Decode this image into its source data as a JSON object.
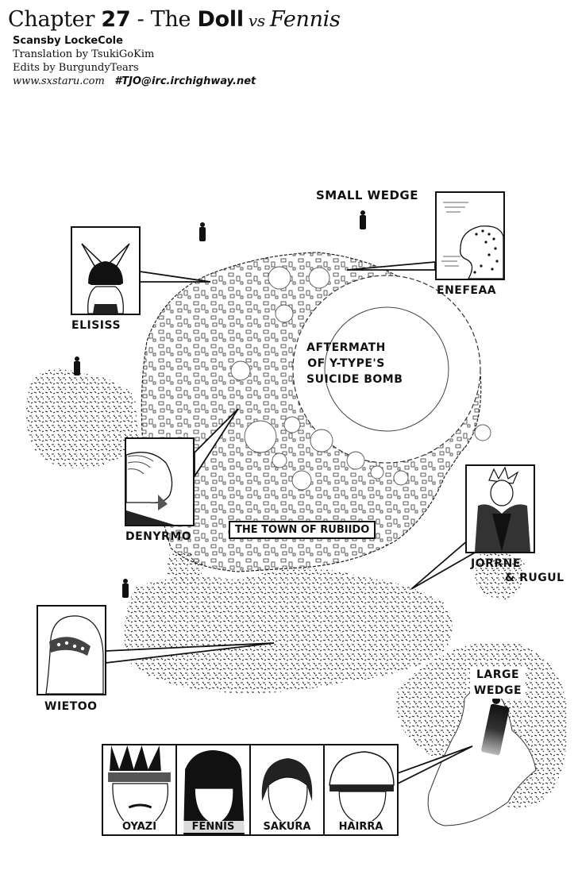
{
  "credits": {
    "title": {
      "prefix": "Chapter ",
      "number": "27",
      "separator": " - The ",
      "doll": "Doll",
      "vs": " vs ",
      "fennis": "Fennis"
    },
    "scans": {
      "label": "Scansby ",
      "name": "LockeCole"
    },
    "translation": {
      "label": "Translation by ",
      "name": "TsukiGoKim"
    },
    "edits": {
      "label": "Edits by ",
      "name": "BurgundyTears"
    },
    "url": "www.sxstaru.com",
    "irc": "#TJO@irc.irchighway.net"
  },
  "map": {
    "small_wedge": "SMALL WEDGE",
    "large_wedge_line1": "LARGE",
    "large_wedge_line2": "WEDGE",
    "crater_line1": "AFTERMATH",
    "crater_line2": "OF Y-TYPE'S",
    "crater_line3": "SUICIDE BOMB",
    "town": "THE TOWN OF RUBIIDO"
  },
  "characters": {
    "elisiss": "ELISISS",
    "enefeaa": "ENEFEAA",
    "denyrmo": "DENYRMO",
    "jorrne_line1": "JORRNE",
    "jorrne_line2": "& RUGUL",
    "wietoo": "WIETOO",
    "group": [
      "OYAZI",
      "FENNIS",
      "SAKURA",
      "HAIRRA"
    ]
  },
  "colors": {
    "ink": "#111111",
    "paper": "#ffffff",
    "shade": "#555555"
  }
}
